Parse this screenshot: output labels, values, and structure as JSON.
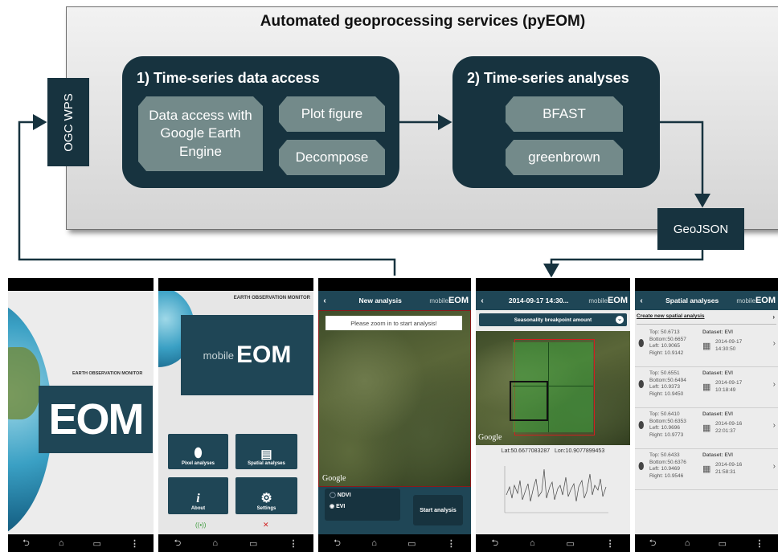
{
  "diagram": {
    "service_title": "Automated geoprocessing services (pyEOM)",
    "ogc_wps": "OGC WPS",
    "geojson": "GeoJSON",
    "access_box": {
      "title": "1) Time-series data access",
      "chips": [
        "Data access with Google Earth Engine",
        "Plot figure",
        "Decompose"
      ]
    },
    "analysis_box": {
      "title": "2) Time-series analyses",
      "chips": [
        "BFAST",
        "greenbrown"
      ]
    }
  },
  "phones": {
    "splash": {
      "subtitle": "EARTH OBSERVATION MONITOR",
      "logo": "EOM"
    },
    "menu": {
      "header": "EARTH OBSERVATION MONITOR",
      "logo_prefix": "mobile",
      "logo": "EOM",
      "buttons": [
        "Pixel analyses",
        "Spatial analyses",
        "About",
        "Settings"
      ]
    },
    "new_analysis": {
      "title": "New analysis",
      "brand_prefix": "mobile",
      "brand": "EOM",
      "notice": "Please zoom in to start analysis!",
      "google": "Google",
      "options": [
        "NDVI",
        "EVI"
      ],
      "selected_option": "EVI",
      "start_button": "Start analysis"
    },
    "result": {
      "title": "2014-09-17 14:30...",
      "brand_prefix": "mobile",
      "brand": "EOM",
      "dropdown": "Seasonality breakpoint amount",
      "google": "Google",
      "coords": "Lat:50.6677083287   Lon:10.9077899453"
    },
    "spatial": {
      "title": "Spatial analyses",
      "brand_prefix": "mobile",
      "brand": "EOM",
      "create_link": "Create new spatial analysis",
      "items": [
        {
          "top": "Top:      50.6713",
          "bottom": "Bottom:50.6657",
          "left": "Left:      10.9065",
          "right": "Right:    10.9142",
          "dataset": "Dataset: EVI",
          "date": "2014-09-17",
          "time": "14:30:50"
        },
        {
          "top": "Top:      50.6551",
          "bottom": "Bottom:50.6494",
          "left": "Left:      10.9373",
          "right": "Right:    10.9450",
          "dataset": "Dataset: EVI",
          "date": "2014-09-17",
          "time": "10:18:49"
        },
        {
          "top": "Top:      50.6410",
          "bottom": "Bottom:50.6353",
          "left": "Left:      10.9696",
          "right": "Right:    10.9773",
          "dataset": "Dataset: EVI",
          "date": "2014-09-16",
          "time": "22:01:37"
        },
        {
          "top": "Top:      50.6433",
          "bottom": "Bottom:50.6376",
          "left": "Left:      10.9469",
          "right": "Right:    10.9546",
          "dataset": "Dataset: EVI",
          "date": "2014-09-16",
          "time": "21:58:31"
        }
      ]
    },
    "nav": {
      "back": "⮌",
      "home": "⌂",
      "recent": "▭",
      "menu": "⋮"
    }
  },
  "colors": {
    "dark": "#17333f",
    "chip": "#738a8a",
    "appbar": "#1f4656",
    "accent_red": "#d11f1f"
  }
}
